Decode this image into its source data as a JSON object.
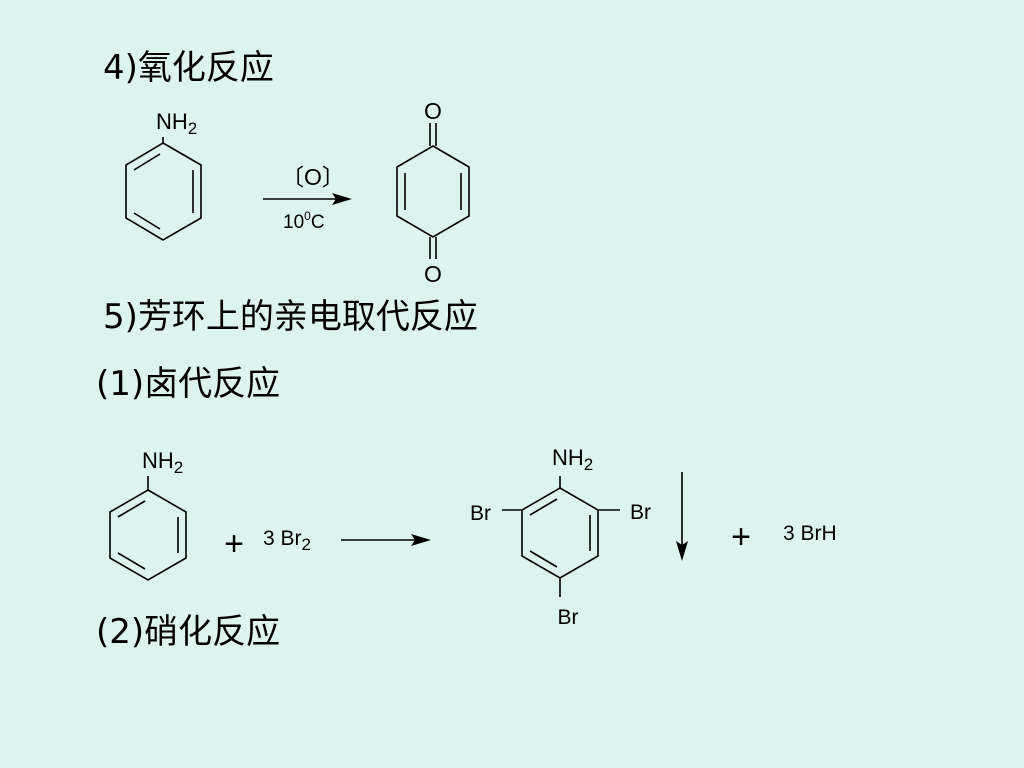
{
  "headings": {
    "oxidation": "4)氧化反应",
    "substitution": "5)芳环上的亲电取代反应",
    "halogenation": "(1)卤代反应",
    "nitration": "(2)硝化反应"
  },
  "oxidation_scheme": {
    "reactant_group": "NH",
    "reactant_group_sub": "2",
    "reagent": "〔O〕",
    "temperature": "10",
    "temperature_sup": "0",
    "temperature_unit": "C",
    "product_top_oxygen": "O",
    "product_bottom_oxygen": "O"
  },
  "bromination_scheme": {
    "reactant_group": "NH",
    "reactant_group_sub": "2",
    "plus_1": "+",
    "reagent_coefficient": "3 Br",
    "reagent_sub": "2",
    "product_group": "NH",
    "product_group_sub": "2",
    "product_br_left": "Br",
    "product_br_right": "Br",
    "product_br_bottom": "Br",
    "plus_2": "+",
    "byproduct": "3 BrH"
  }
}
